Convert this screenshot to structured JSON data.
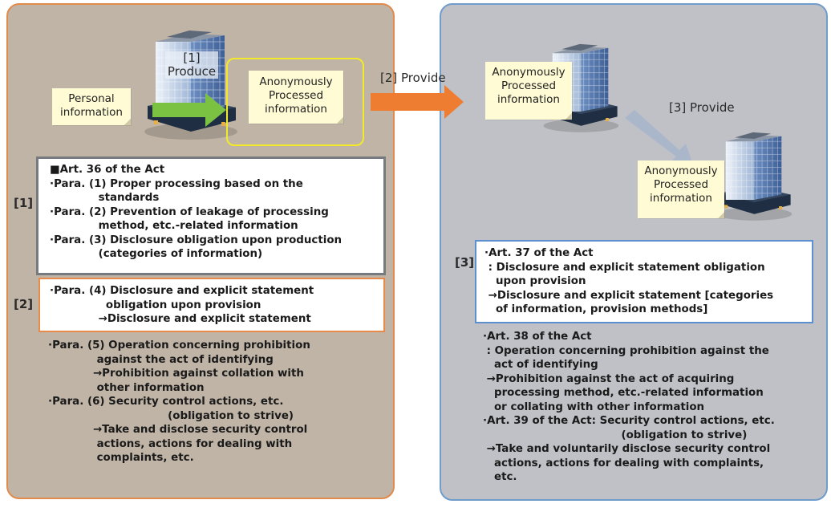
{
  "left_panel": {
    "produce_label_line1": "[1]",
    "produce_label_line2": "Produce",
    "personal_info_note": [
      "Personal",
      "information"
    ],
    "anon_note": [
      "Anonymously",
      "Processed",
      "information"
    ],
    "marker_1": "[1]",
    "box_1_lines": [
      "■Art. 36 of the Act",
      "·Para. (1) Proper processing based on the",
      "             standards",
      "·Para. (2) Prevention of leakage of processing",
      "             method, etc.-related information",
      "·Para. (3) Disclosure obligation upon production",
      "             (categories of information)"
    ],
    "marker_2": "[2]",
    "box_2_lines": [
      "·Para. (4) Disclosure and explicit statement",
      "               obligation upon provision",
      "             →Disclosure and explicit statement"
    ],
    "plain_lines": [
      "·Para. (5) Operation concerning prohibition",
      "             against the act of identifying",
      "            →Prohibition against collation with",
      "             other information",
      "·Para. (6) Security control actions, etc.",
      "                                (obligation to strive)",
      "            →Take and disclose security control",
      "             actions, actions for dealing with",
      "             complaints, etc."
    ]
  },
  "provide_2_label": "[2] Provide",
  "right_panel": {
    "anon_note_1": [
      "Anonymously",
      "Processed",
      "information"
    ],
    "provide_3_label": "[3] Provide",
    "anon_note_2": [
      "Anonymously",
      "Processed",
      "information"
    ],
    "marker_3": "[3]",
    "box_3_lines": [
      "·Art. 37 of the Act",
      " : Disclosure and explicit statement obligation",
      "   upon provision",
      " →Disclosure and explicit statement [categories",
      "   of information, provision methods]"
    ],
    "plain_lines": [
      "·Art. 38 of the Act",
      " : Operation concerning prohibition against the",
      "   act of identifying",
      " →Prohibition against the act of acquiring",
      "   processing method, etc.-related information",
      "   or collating with other information",
      "·Art. 39 of the Act: Security control actions, etc.",
      "                                     (obligation to strive)",
      " →Take and voluntarily disclose security control",
      "   actions, actions for dealing with complaints,",
      "   etc."
    ]
  },
  "colors": {
    "left_bg": "#c0b4a6",
    "left_border": "#e28a4a",
    "right_bg": "#bfc1c6",
    "right_border": "#6f9ccb",
    "note_bg": "#fffbd4",
    "orange_arrow": "#ee7d31",
    "green_arrow": "#7cc242",
    "highlight_yellow": "#f2ea28"
  }
}
